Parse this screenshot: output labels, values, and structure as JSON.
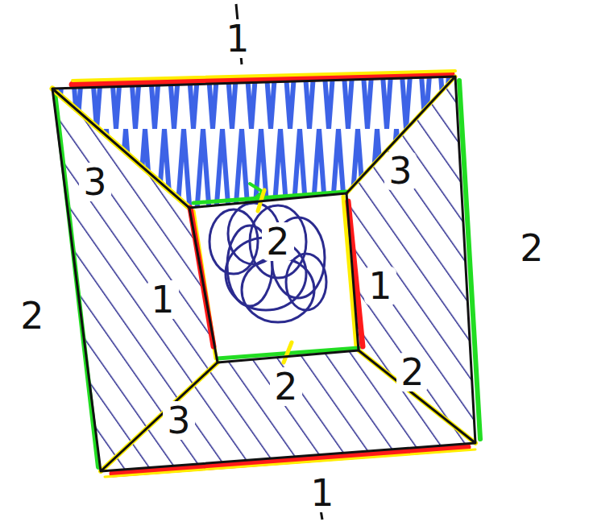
{
  "diagram": {
    "labels": [
      "1",
      "3",
      "3",
      "2",
      "2",
      "1",
      "1",
      "2",
      "2",
      "2",
      "3",
      "1"
    ]
  }
}
